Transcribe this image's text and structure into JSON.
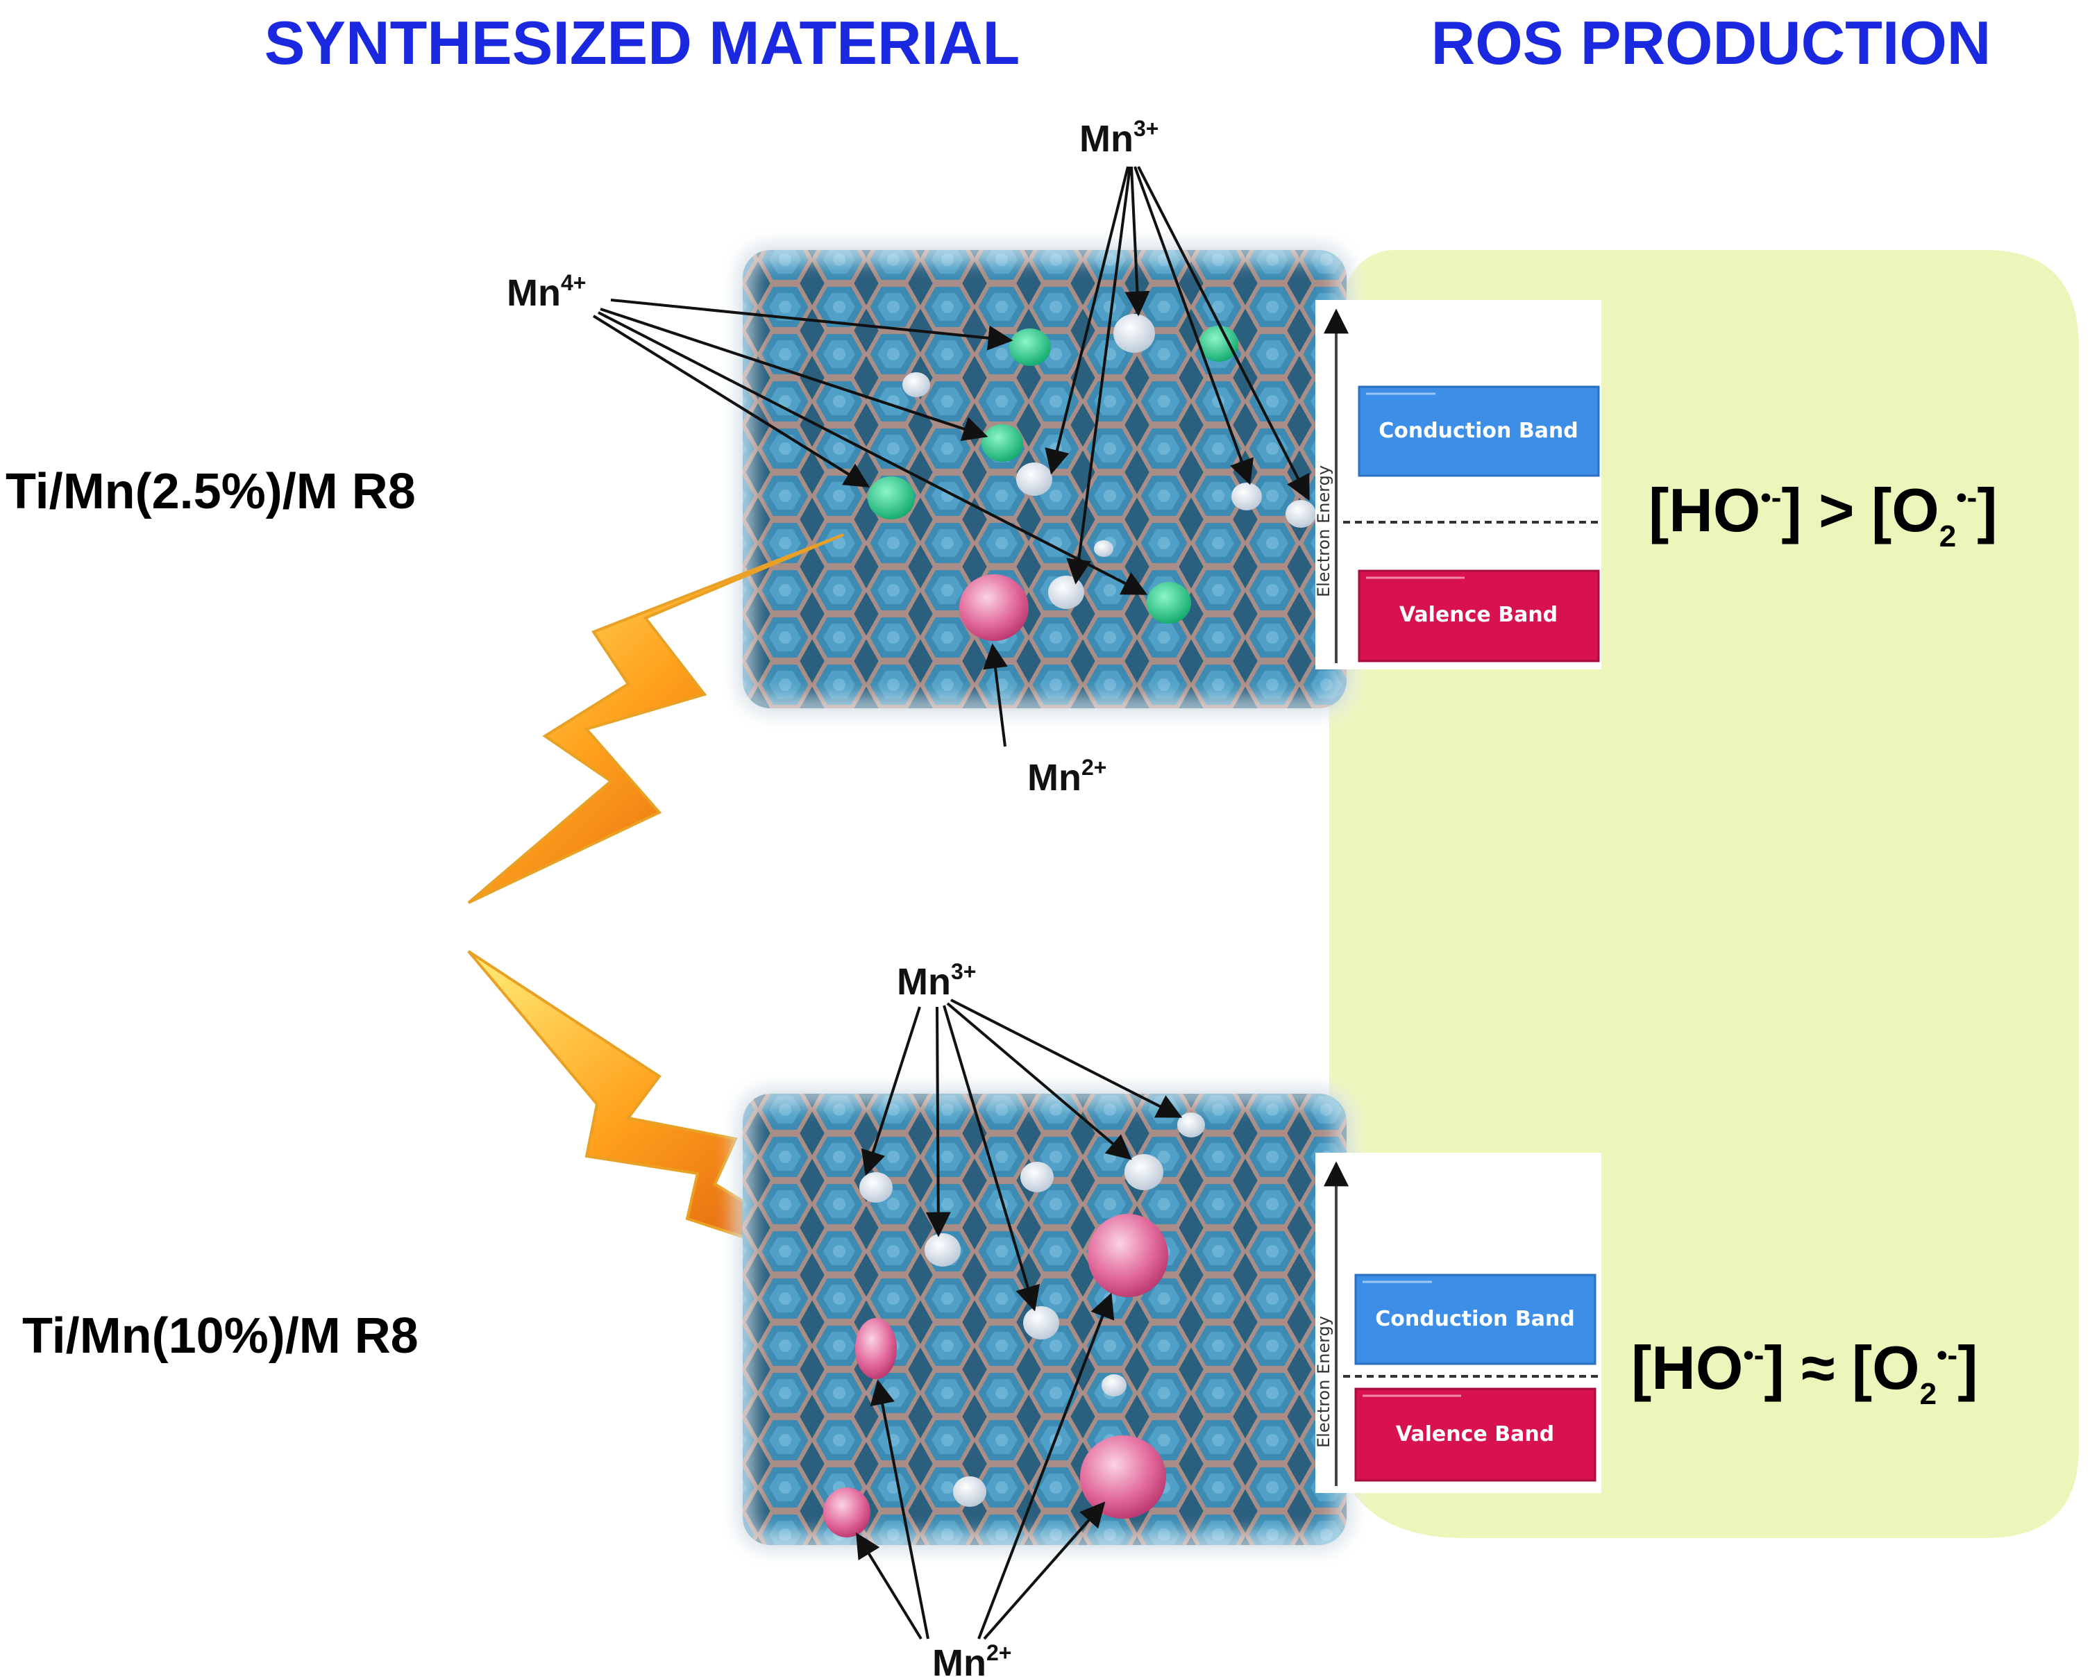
{
  "headers": {
    "left": "SYNTHESIZED MATERIAL",
    "right": "ROS PRODUCTION"
  },
  "colors": {
    "header": "#1a28e0",
    "ros_panel": "#eef5bb",
    "conduction_band": "#3d8ee6",
    "valence_band": "#d8124f",
    "mn4_particle": "#1fc98a",
    "mn2_particle": "#e26a9c",
    "mn3_particle": "#dde6ef",
    "bolt": "#ff9b1a"
  },
  "icons": [
    "lightning-bolt-icon",
    "right-arrow-icon"
  ],
  "samples": [
    {
      "name": "Ti/Mn(2.5%)/M R8",
      "labels": {
        "mn4": [
          "Mn",
          "4+"
        ],
        "mn3": [
          "Mn",
          "3+"
        ],
        "mn2": [
          "Mn",
          "2+"
        ]
      },
      "band_diagram": {
        "axis_label": "Electron Energy",
        "conduction": "Conduction Band",
        "valence": "Valence Band"
      },
      "ros": {
        "head": "[HO",
        "rel": "] > [O",
        "sub": "2",
        "tail": "]",
        "sup": "•-"
      }
    },
    {
      "name": "Ti/Mn(10%)/M R8",
      "labels": {
        "mn3": [
          "Mn",
          "3+"
        ],
        "mn2": [
          "Mn",
          "2+"
        ]
      },
      "band_diagram": {
        "axis_label": "Electron Energy",
        "conduction": "Conduction Band",
        "valence": "Valence Band"
      },
      "ros": {
        "head": "[HO",
        "rel": "] ≈ [O",
        "sub": "2",
        "tail": "]",
        "sup": "•-"
      }
    }
  ]
}
